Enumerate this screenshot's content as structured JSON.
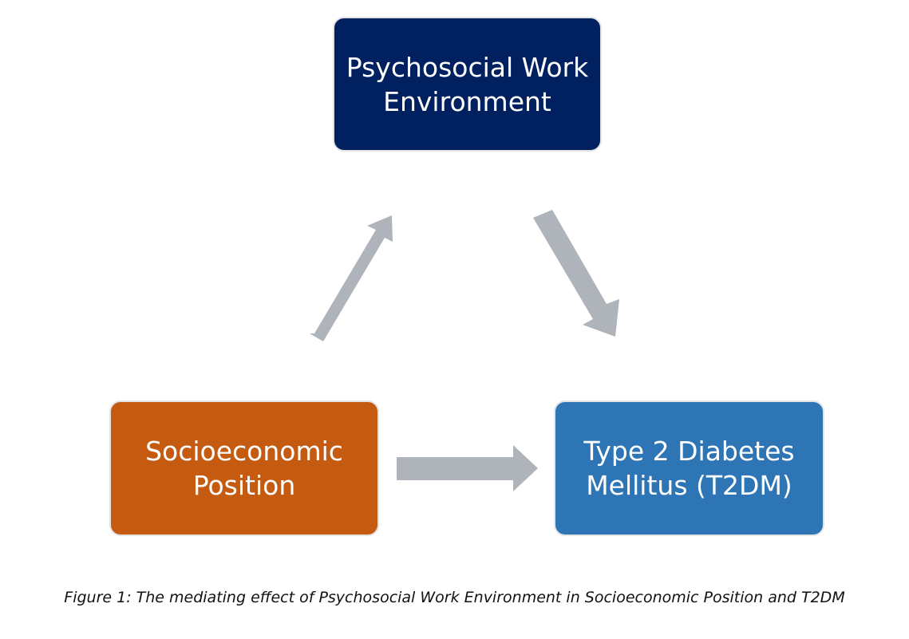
{
  "nodes": {
    "psychosocial": {
      "label": "Psychosocial Work\nEnvironment",
      "color": "#002060"
    },
    "socioeconomic": {
      "label": "Socioeconomic\nPosition",
      "color": "#c55a11"
    },
    "diabetes": {
      "label": "Type 2 Diabetes\nMellitus (T2DM)",
      "color": "#2e75b6"
    }
  },
  "arrow_color": "#afb3ba",
  "edges": [
    {
      "from": "socioeconomic",
      "to": "psychosocial"
    },
    {
      "from": "psychosocial",
      "to": "diabetes"
    },
    {
      "from": "socioeconomic",
      "to": "diabetes"
    }
  ],
  "caption": "Figure 1: The mediating effect of Psychosocial Work Environment in Socioeconomic Position and T2DM"
}
